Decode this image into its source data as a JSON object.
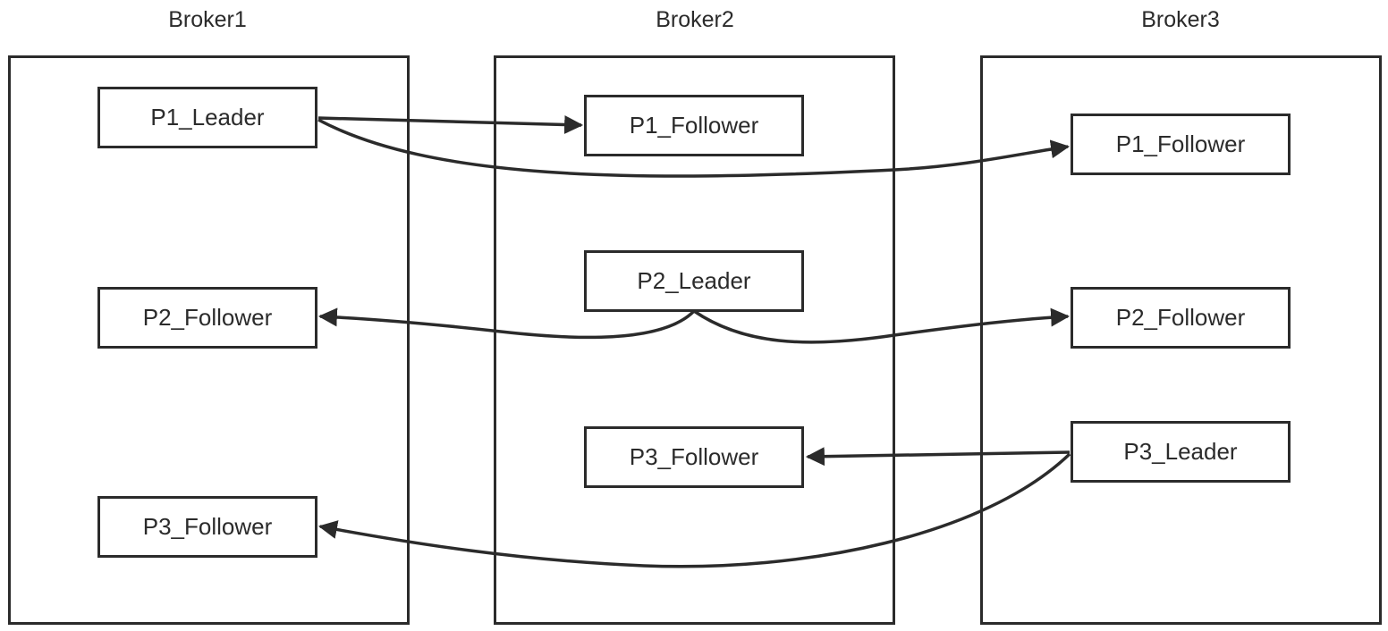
{
  "brokers": [
    {
      "title": "Broker1",
      "nodes": [
        "P1_Leader",
        "P2_Follower",
        "P3_Follower"
      ]
    },
    {
      "title": "Broker2",
      "nodes": [
        "P1_Follower",
        "P2_Leader",
        "P3_Follower"
      ]
    },
    {
      "title": "Broker3",
      "nodes": [
        "P1_Follower",
        "P2_Follower",
        "P3_Leader"
      ]
    }
  ],
  "colors": {
    "stroke": "#2b2b2b",
    "text": "#2b2b2b",
    "background": "#ffffff"
  }
}
